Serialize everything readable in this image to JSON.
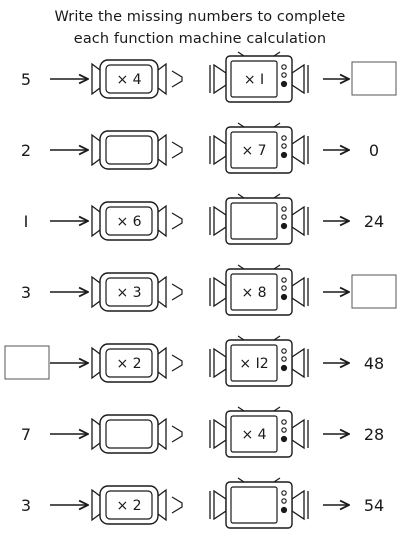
{
  "title": {
    "line1": "Write the missing numbers to complete",
    "line2": "each function machine calculation"
  },
  "rows": [
    {
      "input": "5",
      "op1": "× 4",
      "op2": "× I",
      "output": ""
    },
    {
      "input": "2",
      "op1": "",
      "op2": "× 7",
      "output": "0"
    },
    {
      "input": "I",
      "op1": "× 6",
      "op2": "",
      "output": "24"
    },
    {
      "input": "3",
      "op1": "× 3",
      "op2": "× 8",
      "output": ""
    },
    {
      "input": "",
      "op1": "× 2",
      "op2": "× I2",
      "output": "48"
    },
    {
      "input": "7",
      "op1": "",
      "op2": "× 4",
      "output": "28"
    },
    {
      "input": "3",
      "op1": "× 2",
      "op2": "",
      "output": "54"
    }
  ]
}
